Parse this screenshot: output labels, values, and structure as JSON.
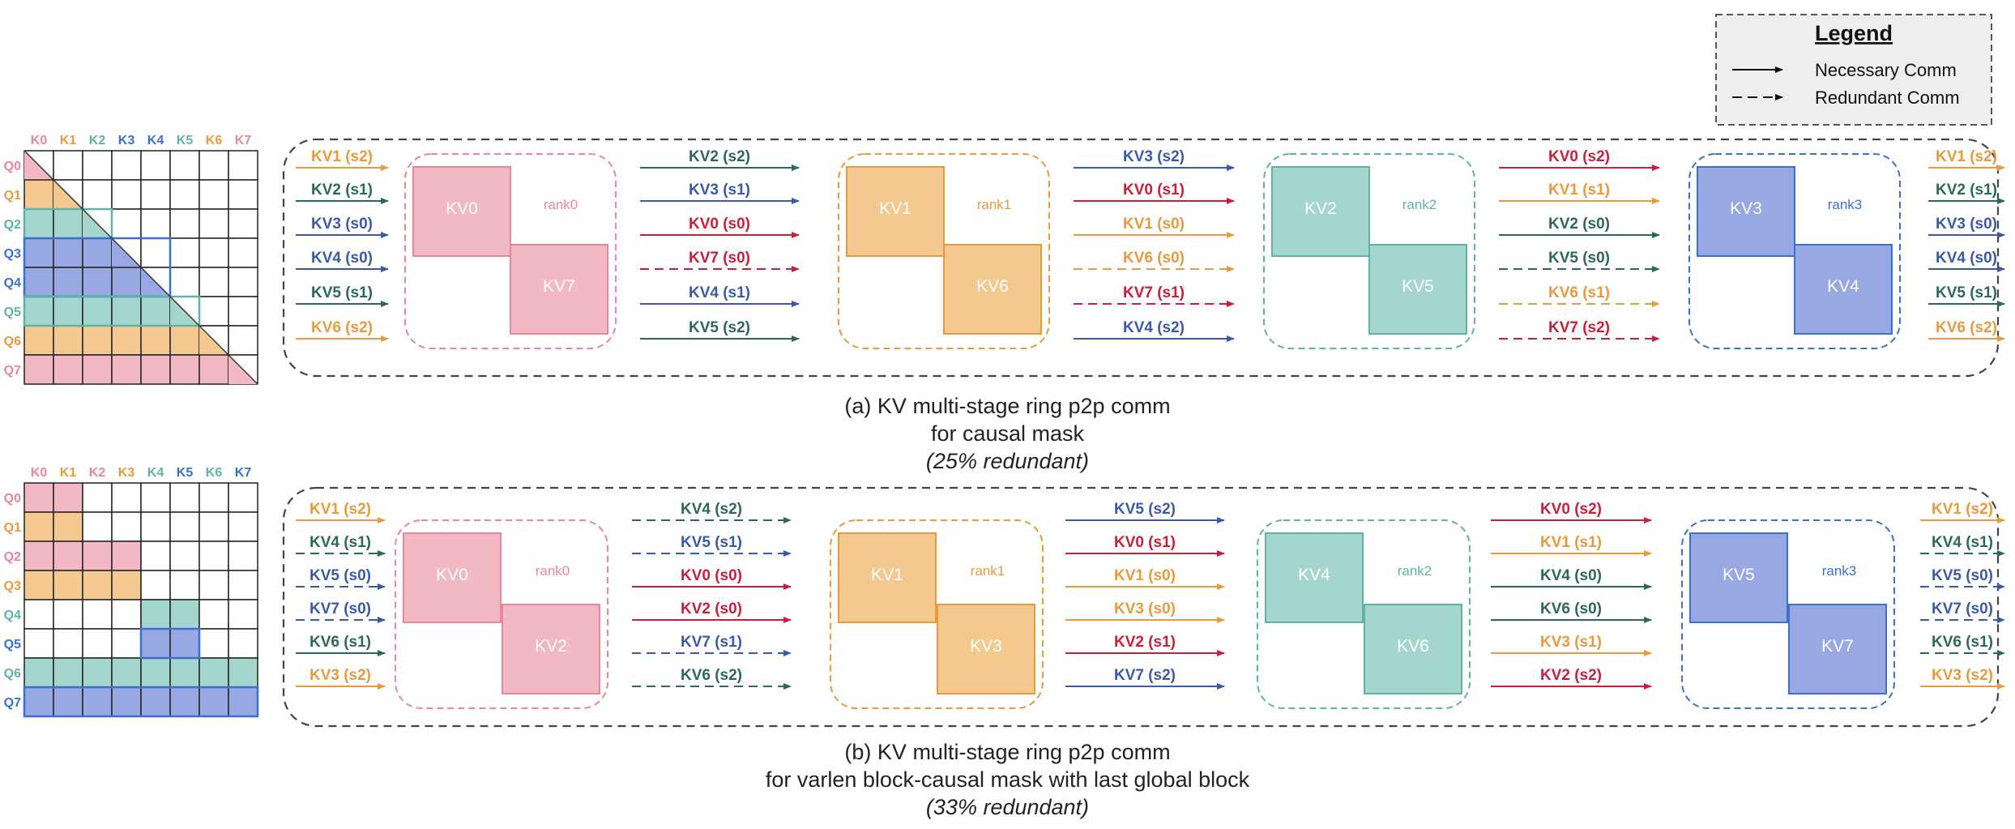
{
  "colors": {
    "pink": "#e8879a",
    "pink_fill": "#f2b8c3",
    "orange": "#e89b3c",
    "orange_fill": "#f3c98f",
    "teal": "#5fb3a6",
    "teal_fill": "#a5d6cd",
    "blue": "#3b6fd0",
    "blue_fill": "#97a8e2",
    "dark_green": "#2b6a4f",
    "navy": "#3a5aa8",
    "red": "#c8203a",
    "legend_bg": "#eeeeee",
    "border": "#555555"
  },
  "legend": {
    "title": "Legend",
    "items": [
      {
        "style": "solid",
        "label": "Necessary Comm"
      },
      {
        "style": "dashed",
        "label": "Redundant Comm"
      }
    ]
  },
  "panels": [
    {
      "id": "a",
      "caption": [
        "(a) KV multi-stage ring p2p comm",
        "for causal mask",
        "(25% redundant)"
      ],
      "matrix": {
        "row_labels": [
          "Q0",
          "Q1",
          "Q2",
          "Q3",
          "Q4",
          "Q5",
          "Q6",
          "Q7"
        ],
        "col_labels": [
          "K0",
          "K1",
          "K2",
          "K3",
          "K4",
          "K5",
          "K6",
          "K7"
        ],
        "label_colors": [
          "pink",
          "orange",
          "teal",
          "blue",
          "blue",
          "teal",
          "orange",
          "pink"
        ],
        "mask": "causal"
      },
      "ranks": [
        {
          "name": "rank0",
          "color": "pink",
          "blocks": [
            "KV0",
            "KV7"
          ]
        },
        {
          "name": "rank1",
          "color": "orange",
          "blocks": [
            "KV1",
            "KV6"
          ]
        },
        {
          "name": "rank2",
          "color": "teal",
          "blocks": [
            "KV2",
            "KV5"
          ]
        },
        {
          "name": "rank3",
          "color": "blue",
          "blocks": [
            "KV3",
            "KV4"
          ]
        }
      ],
      "columns": [
        [
          [
            "KV1 (s2)",
            "orange",
            0
          ],
          [
            "KV2 (s1)",
            "dark_green",
            0
          ],
          [
            "KV3 (s0)",
            "navy",
            0
          ],
          [
            "KV4 (s0)",
            "navy",
            0
          ],
          [
            "KV5 (s1)",
            "dark_green",
            0
          ],
          [
            "KV6 (s2)",
            "orange",
            0
          ]
        ],
        [
          [
            "KV2 (s2)",
            "dark_green",
            0
          ],
          [
            "KV3 (s1)",
            "navy",
            0
          ],
          [
            "KV0 (s0)",
            "red",
            0
          ],
          [
            "KV7 (s0)",
            "red",
            1
          ],
          [
            "KV4 (s1)",
            "navy",
            0
          ],
          [
            "KV5 (s2)",
            "dark_green",
            0
          ]
        ],
        [
          [
            "KV3 (s2)",
            "navy",
            0
          ],
          [
            "KV0 (s1)",
            "red",
            0
          ],
          [
            "KV1 (s0)",
            "orange",
            0
          ],
          [
            "KV6 (s0)",
            "orange",
            1
          ],
          [
            "KV7 (s1)",
            "red",
            1
          ],
          [
            "KV4 (s2)",
            "navy",
            0
          ]
        ],
        [
          [
            "KV0 (s2)",
            "red",
            0
          ],
          [
            "KV1 (s1)",
            "orange",
            0
          ],
          [
            "KV2 (s0)",
            "dark_green",
            0
          ],
          [
            "KV5 (s0)",
            "dark_green",
            1
          ],
          [
            "KV6 (s1)",
            "orange",
            1
          ],
          [
            "KV7 (s2)",
            "red",
            1
          ]
        ],
        [
          [
            "KV1 (s2)",
            "orange",
            0
          ],
          [
            "KV2 (s1)",
            "dark_green",
            0
          ],
          [
            "KV3 (s0)",
            "navy",
            0
          ],
          [
            "KV4 (s0)",
            "navy",
            0
          ],
          [
            "KV5 (s1)",
            "dark_green",
            0
          ],
          [
            "KV6 (s2)",
            "orange",
            0
          ]
        ]
      ]
    },
    {
      "id": "b",
      "caption": [
        "(b) KV multi-stage ring p2p comm",
        "for varlen block-causal mask with last global block",
        "(33% redundant)"
      ],
      "matrix": {
        "row_labels": [
          "Q0",
          "Q1",
          "Q2",
          "Q3",
          "Q4",
          "Q5",
          "Q6",
          "Q7"
        ],
        "col_labels": [
          "K0",
          "K1",
          "K2",
          "K3",
          "K4",
          "K5",
          "K6",
          "K7"
        ],
        "label_colors": [
          "pink",
          "orange",
          "pink",
          "orange",
          "teal",
          "blue",
          "teal",
          "blue"
        ],
        "mask": "varlen"
      },
      "ranks": [
        {
          "name": "rank0",
          "color": "pink",
          "blocks": [
            "KV0",
            "KV2"
          ]
        },
        {
          "name": "rank1",
          "color": "orange",
          "blocks": [
            "KV1",
            "KV3"
          ]
        },
        {
          "name": "rank2",
          "color": "teal",
          "blocks": [
            "KV4",
            "KV6"
          ]
        },
        {
          "name": "rank3",
          "color": "blue",
          "blocks": [
            "KV5",
            "KV7"
          ]
        }
      ],
      "columns": [
        [
          [
            "KV1 (s2)",
            "orange",
            0
          ],
          [
            "KV4 (s1)",
            "dark_green",
            1
          ],
          [
            "KV5 (s0)",
            "navy",
            1
          ],
          [
            "KV7 (s0)",
            "navy",
            1
          ],
          [
            "KV6 (s1)",
            "dark_green",
            0
          ],
          [
            "KV3 (s2)",
            "orange",
            0
          ]
        ],
        [
          [
            "KV4 (s2)",
            "dark_green",
            1
          ],
          [
            "KV5 (s1)",
            "navy",
            1
          ],
          [
            "KV0 (s0)",
            "red",
            0
          ],
          [
            "KV2 (s0)",
            "red",
            0
          ],
          [
            "KV7 (s1)",
            "navy",
            1
          ],
          [
            "KV6 (s2)",
            "dark_green",
            1
          ]
        ],
        [
          [
            "KV5 (s2)",
            "navy",
            0
          ],
          [
            "KV0 (s1)",
            "red",
            0
          ],
          [
            "KV1 (s0)",
            "orange",
            0
          ],
          [
            "KV3 (s0)",
            "orange",
            0
          ],
          [
            "KV2 (s1)",
            "red",
            0
          ],
          [
            "KV7 (s2)",
            "navy",
            0
          ]
        ],
        [
          [
            "KV0 (s2)",
            "red",
            0
          ],
          [
            "KV1 (s1)",
            "orange",
            0
          ],
          [
            "KV4 (s0)",
            "dark_green",
            0
          ],
          [
            "KV6 (s0)",
            "dark_green",
            0
          ],
          [
            "KV3 (s1)",
            "orange",
            0
          ],
          [
            "KV2 (s2)",
            "red",
            0
          ]
        ],
        [
          [
            "KV1 (s2)",
            "orange",
            0
          ],
          [
            "KV4 (s1)",
            "dark_green",
            1
          ],
          [
            "KV5 (s0)",
            "navy",
            1
          ],
          [
            "KV7 (s0)",
            "navy",
            1
          ],
          [
            "KV6 (s1)",
            "dark_green",
            1
          ],
          [
            "KV3 (s2)",
            "orange",
            0
          ]
        ]
      ]
    }
  ]
}
